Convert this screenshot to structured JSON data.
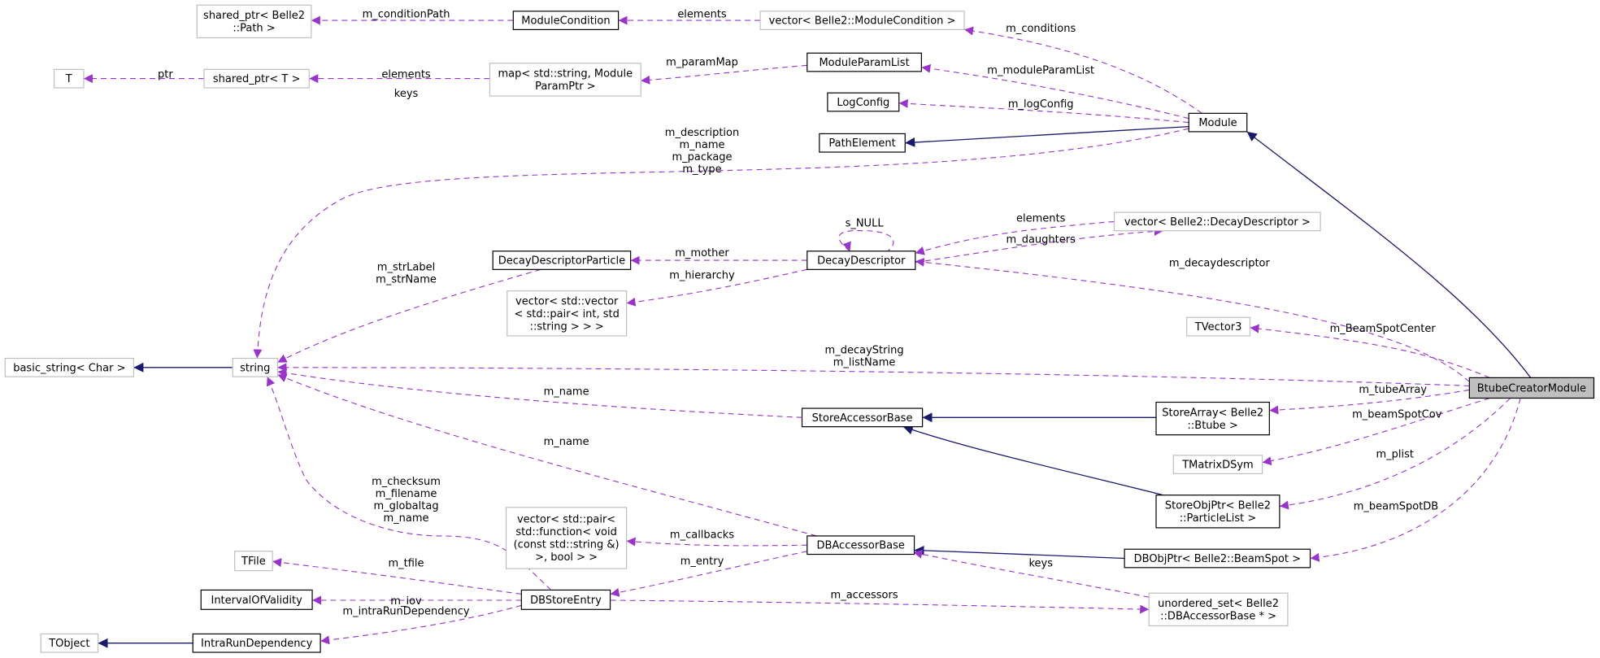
{
  "colors": {
    "composition": "#9a32cd",
    "inheritance": "#191970",
    "focus_fill": "#bfbfbf",
    "external_border": "#bfbfbf"
  },
  "nodes": {
    "shared_ptr_path": [
      "shared_ptr< Belle2",
      "::Path >"
    ],
    "module_condition": [
      "ModuleCondition"
    ],
    "vector_module_condition": [
      "vector< Belle2::ModuleCondition >"
    ],
    "t": [
      "T"
    ],
    "shared_ptr_t": [
      "shared_ptr< T >"
    ],
    "map_param": [
      "map< std::string, Module",
      "ParamPtr >"
    ],
    "module_param_list": [
      "ModuleParamList"
    ],
    "log_config": [
      "LogConfig"
    ],
    "path_element": [
      "PathElement"
    ],
    "module": [
      "Module"
    ],
    "vector_decay_descriptor": [
      "vector< Belle2::DecayDescriptor >"
    ],
    "decay_descriptor_particle": [
      "DecayDescriptorParticle"
    ],
    "decay_descriptor": [
      "DecayDescriptor"
    ],
    "vector_hierarchy": [
      "vector< std::vector",
      "< std::pair< int, std",
      "::string > > >"
    ],
    "tvector3": [
      "TVector3"
    ],
    "basic_string": [
      "basic_string< Char >"
    ],
    "string": [
      "string"
    ],
    "btube_creator_module": [
      "BtubeCreatorModule"
    ],
    "store_accessor_base": [
      "StoreAccessorBase"
    ],
    "store_array_btube": [
      "StoreArray< Belle2",
      "::Btube >"
    ],
    "tmatrixdsym": [
      "TMatrixDSym"
    ],
    "store_obj_ptr": [
      "StoreObjPtr< Belle2",
      "::ParticleList >"
    ],
    "vector_callbacks": [
      "vector< std::pair<",
      "std::function< void",
      "(const std::string &)",
      ">, bool > >"
    ],
    "db_accessor_base": [
      "DBAccessorBase"
    ],
    "db_obj_ptr": [
      "DBObjPtr< Belle2::BeamSpot >"
    ],
    "tfile": [
      "TFile"
    ],
    "db_store_entry": [
      "DBStoreEntry"
    ],
    "interval_of_validity": [
      "IntervalOfValidity"
    ],
    "unordered_set": [
      "unordered_set< Belle2",
      "::DBAccessorBase * >"
    ],
    "tobject": [
      "TObject"
    ],
    "intra_run_dependency": [
      "IntraRunDependency"
    ]
  },
  "edge_labels": {
    "m_conditionPath": [
      "m_conditionPath"
    ],
    "elements_cond": [
      "elements"
    ],
    "m_conditions": [
      "m_conditions"
    ],
    "ptr": [
      "ptr"
    ],
    "elements_map": [
      "elements"
    ],
    "keys_map": [
      "keys"
    ],
    "m_paramMap": [
      "m_paramMap"
    ],
    "m_moduleParamList": [
      "m_moduleParamList"
    ],
    "m_logConfig": [
      "m_logConfig"
    ],
    "module_strings": [
      "m_description",
      "m_name",
      "m_package",
      "m_type"
    ],
    "s_NULL": [
      "s_NULL"
    ],
    "elements_dd": [
      "elements"
    ],
    "m_daughters": [
      "m_daughters"
    ],
    "m_mother": [
      "m_mother"
    ],
    "m_hierarchy": [
      "m_hierarchy"
    ],
    "m_decaydescriptor": [
      "m_decaydescriptor"
    ],
    "ddp_strings": [
      "m_strLabel",
      "m_strName"
    ],
    "m_BeamSpotCenter": [
      "m_BeamSpotCenter"
    ],
    "btube_strings": [
      "m_decayString",
      "m_listName"
    ],
    "m_name_sab": [
      "m_name"
    ],
    "m_tubeArray": [
      "m_tubeArray"
    ],
    "m_beamSpotCov": [
      "m_beamSpotCov"
    ],
    "m_name_dab": [
      "m_name"
    ],
    "m_plist": [
      "m_plist"
    ],
    "dbse_strings": [
      "m_checksum",
      "m_filename",
      "m_globaltag",
      "m_name"
    ],
    "m_beamSpotDB": [
      "m_beamSpotDB"
    ],
    "m_callbacks": [
      "m_callbacks"
    ],
    "m_tfile": [
      "m_tfile"
    ],
    "m_entry": [
      "m_entry"
    ],
    "keys_uset": [
      "keys"
    ],
    "m_iov": [
      "m_iov"
    ],
    "m_accessors": [
      "m_accessors"
    ],
    "m_intraRunDependency": [
      "m_intraRunDependency"
    ]
  }
}
